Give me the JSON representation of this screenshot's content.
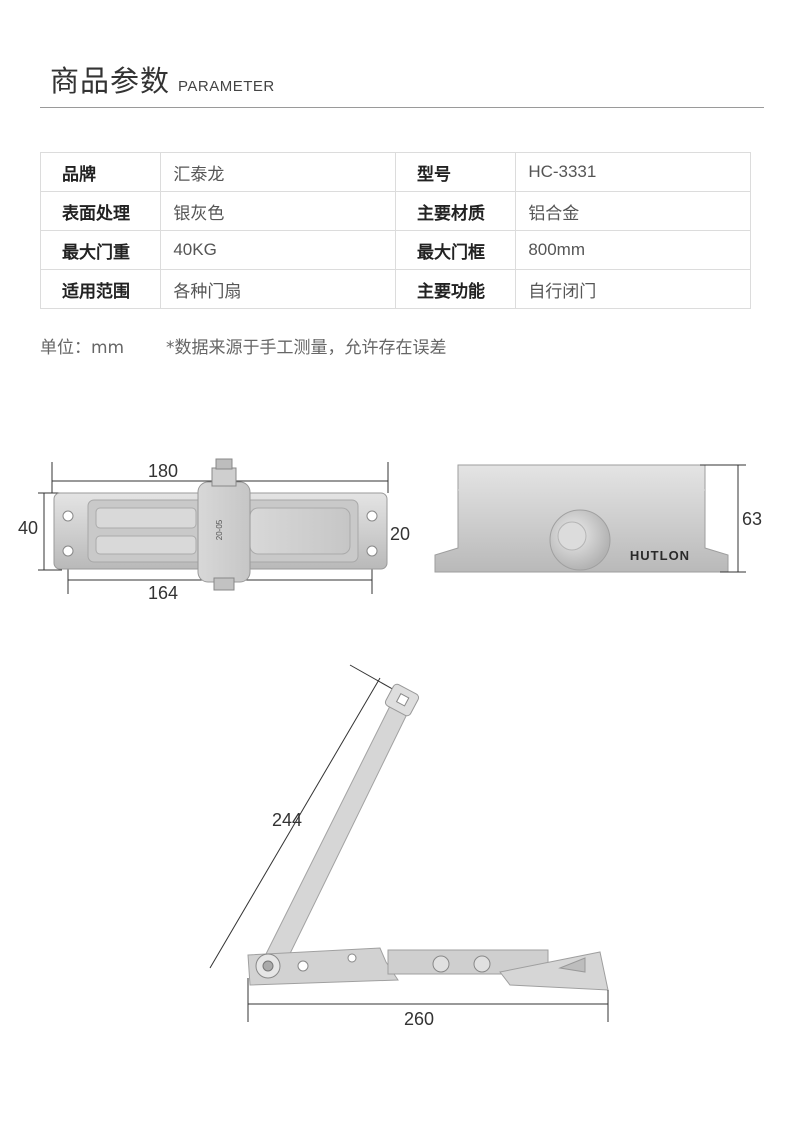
{
  "header": {
    "title_cn": "商品参数",
    "title_en": "PARAMETER"
  },
  "params": [
    {
      "k1": "品牌",
      "v1": "汇泰龙",
      "k2": "型号",
      "v2": "HC-3331"
    },
    {
      "k1": "表面处理",
      "v1": "银灰色",
      "k2": "主要材质",
      "v2": "铝合金"
    },
    {
      "k1": "最大门重",
      "v1": "40KG",
      "k2": "最大门框",
      "v2": "800mm"
    },
    {
      "k1": "适用范围",
      "v1": "各种门扇",
      "k2": "主要功能",
      "v2": "自行闭门"
    }
  ],
  "notes": {
    "unit": "单位：mm",
    "source": "*数据来源于手工测量，允许存在误差"
  },
  "dimensions": {
    "top_width": "180",
    "hole_spacing": "164",
    "body_height": "40",
    "hole_pitch": "20",
    "front_height": "63",
    "arm_length": "244",
    "arm_span": "260"
  },
  "product": {
    "brand_mark": "HUTLON",
    "valve_stamp": "20-05"
  }
}
